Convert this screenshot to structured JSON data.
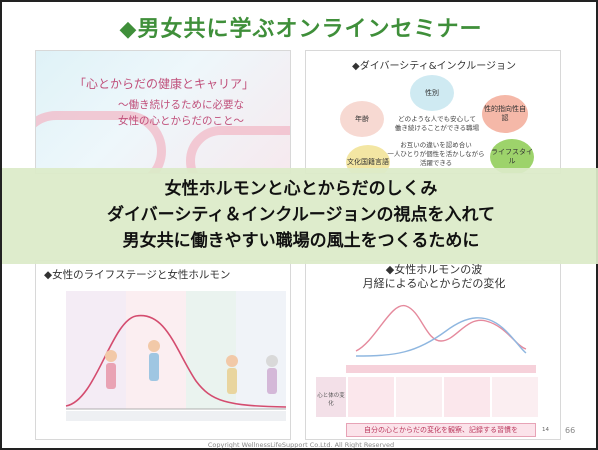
{
  "title": "◆男女共に学ぶオンラインセミナー",
  "panel1": {
    "title": "「心とからだの健康とキャリア」",
    "subtitle_1": "～働き続けるために必要な",
    "subtitle_2": "女性の心とからだのこと～"
  },
  "panel2": {
    "title": "◆ダイバーシティ&インクルージョン",
    "circles": [
      "性別",
      "年齢",
      "性的指向性自認",
      "ライフスタイル",
      "文化国籍言語"
    ],
    "center_text_1": "どのような人でも安心して",
    "center_text_2": "働き続けることができる職場",
    "center_text_3": "お互いの違いを認め合い",
    "center_text_4": "一人ひとりが個性を活かしながら",
    "center_text_5": "活躍できる"
  },
  "banner": {
    "line1": "女性ホルモンと心とからだのしくみ",
    "line2": "ダイバーシティ＆インクルージョンの視点を入れて",
    "line3": "男女共に働きやすい職場の風土をつくるために"
  },
  "panel3": {
    "title": "◆女性のライフステージと女性ホルモン"
  },
  "panel4": {
    "title_1": "◆女性ホルモンの波",
    "title_2": "月経による心とからだの変化",
    "row_label": "心と体の変化",
    "footer": "自分の心とからだの変化を観察、記録する習慣を",
    "page": "14"
  },
  "page_number": "66",
  "copyright": "Copyright WellnessLifeSupport Co.Ltd. All Right Reserved"
}
